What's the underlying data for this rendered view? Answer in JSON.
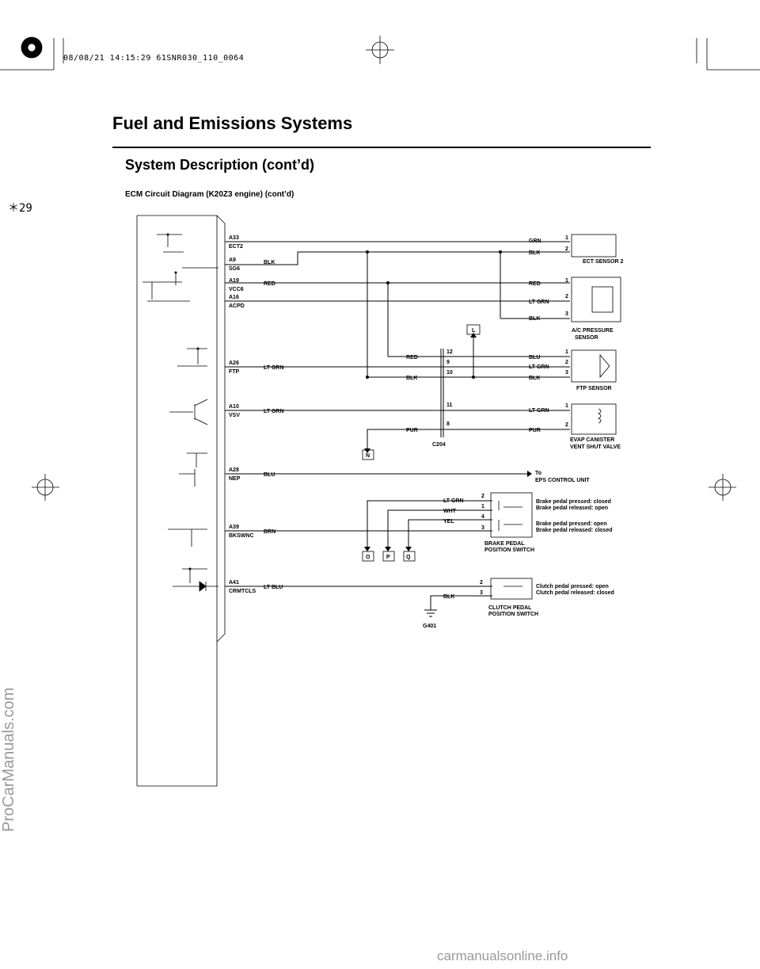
{
  "header": {
    "stamp": "08/08/21 14:15:29 61SNR030_110_0064",
    "title": "Fuel and Emissions Systems",
    "subtitle": "System Description (cont’d)",
    "diagram_title": "ECM Circuit Diagram (K20Z3 engine) (cont’d)",
    "page_ref": "＊29"
  },
  "watermarks": {
    "side": "ProCarManuals.com",
    "footer": "carmanualsonline.info"
  },
  "ecm_pins": [
    {
      "pin": "A33",
      "name": "ECT2"
    },
    {
      "pin": "A9",
      "name": "SG6"
    },
    {
      "pin": "A19",
      "name": "VCC6"
    },
    {
      "pin": "A16",
      "name": "ACPD"
    },
    {
      "pin": "A26",
      "name": "FTP"
    },
    {
      "pin": "A10",
      "name": "VSV"
    },
    {
      "pin": "A28",
      "name": "NEP"
    },
    {
      "pin": "A39",
      "name": "BKSWNC"
    },
    {
      "pin": "A41",
      "name": "CRMTCLS"
    }
  ],
  "wire_colors": {
    "grn": "GRN",
    "blk": "BLK",
    "red": "RED",
    "lt_grn": "LT GRN",
    "blu": "BLU",
    "pur": "PUR",
    "wht": "WHT",
    "yel": "YEL",
    "brn": "BRN",
    "lt_blu": "LT BLU"
  },
  "components": {
    "ect": "ECT SENSOR 2",
    "ac1": "A/C PRESSURE",
    "ac2": "SENSOR",
    "ftp": "FTP SENSOR",
    "evap1": "EVAP CANISTER",
    "evap2": "VENT SHUT VALVE",
    "to": "To",
    "eps": "EPS CONTROL UNIT",
    "brake1": "BRAKE PEDAL",
    "brake2": "POSITION SWITCH",
    "clutch1": "CLUTCH PEDAL",
    "clutch2": "POSITION SWITCH",
    "c204": "C204",
    "g401": "G401"
  },
  "switch_notes": {
    "b1": "Brake pedal pressed: closed",
    "b2": "Brake pedal released: open",
    "b3": "Brake pedal pressed: open",
    "b4": "Brake pedal released: closed",
    "c1": "Clutch pedal pressed: open",
    "c2": "Clutch pedal released: closed"
  },
  "connector_refs": {
    "L": "L",
    "N": "N",
    "O": "O",
    "P": "P",
    "Q": "Q"
  },
  "terminals": {
    "t1": "1",
    "t2": "2",
    "t3": "3",
    "t4": "4",
    "t8": "8",
    "t9": "9",
    "t10": "10",
    "t11": "11",
    "t12": "12"
  }
}
